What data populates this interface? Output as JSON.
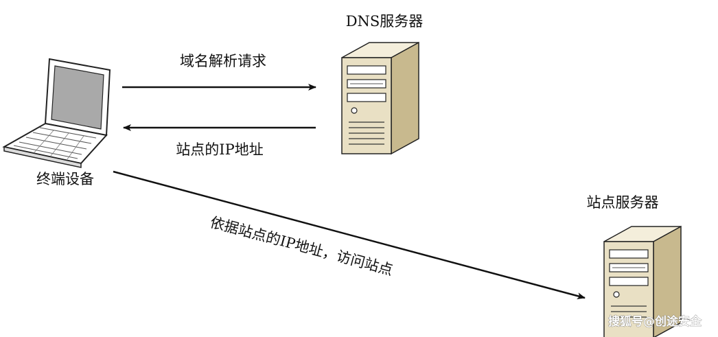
{
  "nodes": {
    "dns_server": {
      "label": "DNS服务器"
    },
    "terminal": {
      "label": "终端设备"
    },
    "site_server": {
      "label": "站点服务器"
    }
  },
  "edges": {
    "request": {
      "label": "域名解析请求"
    },
    "response": {
      "label": "站点的IP地址"
    },
    "visit": {
      "label": "依据站点的IP地址，访问站点"
    }
  },
  "watermark": {
    "text": "搜狐号@创途安全"
  },
  "colors": {
    "server_face": "#e9e0c4",
    "server_side": "#c8b98e",
    "server_top": "#f4eedb",
    "laptop_screen": "#a9a9a9",
    "outline": "#222222"
  }
}
